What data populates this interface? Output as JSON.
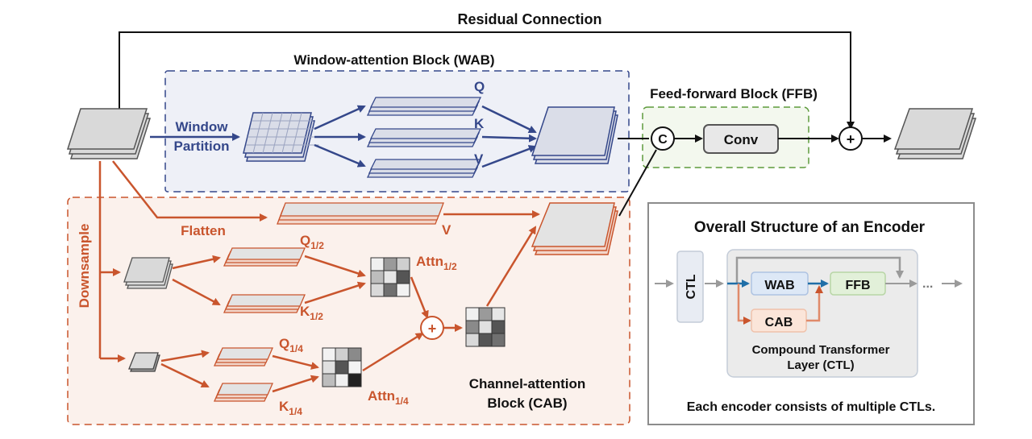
{
  "colors": {
    "blue": "#34478a",
    "orange": "#c9552d",
    "green": "#5d9a3c",
    "gray": "#8c8c8c",
    "black": "#111111"
  },
  "labels": {
    "residual": "Residual Connection",
    "wab_title": "Window-attention Block (WAB)",
    "ffb_title": "Feed-forward Block (FFB)",
    "window_partition_1": "Window",
    "window_partition_2": "Partition",
    "q": "Q",
    "k": "K",
    "v": "V",
    "concat": "C",
    "conv": "Conv",
    "plus": "+",
    "downsample": "Downsample",
    "flatten": "Flatten",
    "v_cab": "V",
    "q_half": "Q",
    "q_half_sub": "1/2",
    "k_half": "K",
    "k_half_sub": "1/2",
    "attn_half": "Attn",
    "attn_half_sub": "1/2",
    "q_quarter": "Q",
    "q_quarter_sub": "1/4",
    "k_quarter": "K",
    "k_quarter_sub": "1/4",
    "attn_quarter": "Attn",
    "attn_quarter_sub": "1/4",
    "cab_title_1": "Channel-attention",
    "cab_title_2": "Block (CAB)"
  },
  "inset": {
    "title": "Overall Structure of an Encoder",
    "ctl": "CTL",
    "wab": "WAB",
    "cab": "CAB",
    "ffb": "FFB",
    "ellipsis": "...",
    "ctl_caption_1": "Compound Transformer",
    "ctl_caption_2": "Layer (CTL)",
    "footer": "Each encoder consists of multiple CTLs."
  }
}
